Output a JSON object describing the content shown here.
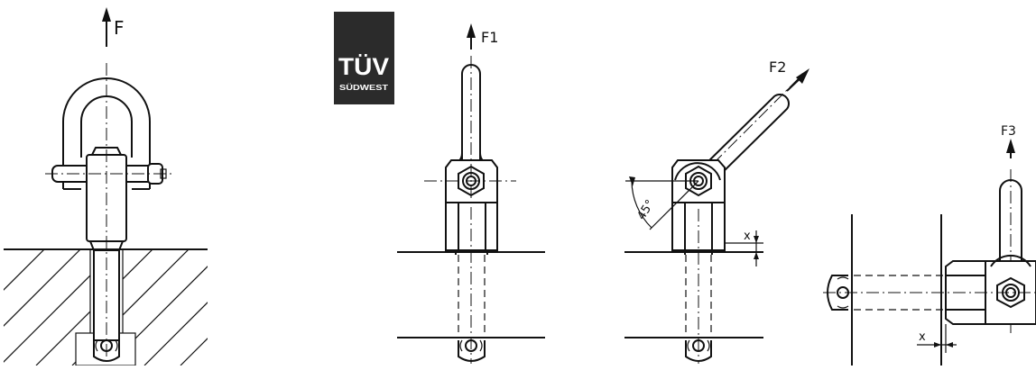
{
  "labels": {
    "force_main": "F",
    "force_1": "F1",
    "force_2": "F2",
    "force_3": "F3",
    "angle": "45°",
    "offset_1": "x",
    "offset_2": "x"
  },
  "logo": {
    "main_text": "TÜV",
    "sub_text": "SÜDWEST",
    "background_color": "#2b2b2b"
  },
  "colors": {
    "line": "#111111",
    "background": "#ffffff"
  }
}
